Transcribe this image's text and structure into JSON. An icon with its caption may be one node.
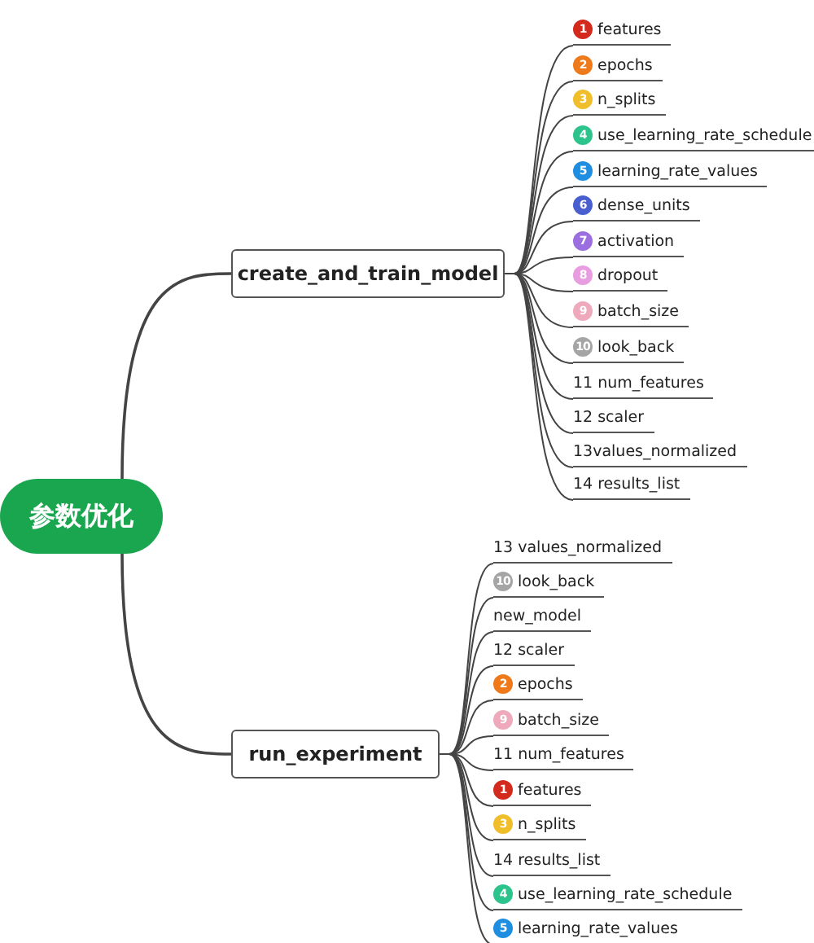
{
  "diagram": {
    "nodes": [
      {
        "text": [
          "参数优化"
        ]
      },
      {
        "text": [
          "create_and_train_model"
        ]
      },
      {
        "text": [
          "run_experiment"
        ]
      },
      {
        "text": [
          "1",
          "features"
        ]
      },
      {
        "text": [
          "2",
          "epochs"
        ]
      },
      {
        "text": [
          "3",
          "n_splits"
        ]
      },
      {
        "text": [
          "4",
          "use_learning_rate_schedule"
        ]
      },
      {
        "text": [
          "5",
          "learning_rate_values"
        ]
      },
      {
        "text": [
          "6",
          "dense_units"
        ]
      },
      {
        "text": [
          "7",
          "activation"
        ]
      },
      {
        "text": [
          "8",
          "dropout"
        ]
      },
      {
        "text": [
          "9",
          "batch_size"
        ]
      },
      {
        "text": [
          "10",
          "look_back"
        ]
      },
      {
        "text": [
          "11 num_features"
        ]
      },
      {
        "text": [
          "12 scaler"
        ]
      },
      {
        "text": [
          "13values_normalized"
        ]
      },
      {
        "text": [
          "14 results_list"
        ]
      },
      {
        "text": [
          "13 values_normalized"
        ]
      },
      {
        "text": [
          "10",
          "look_back"
        ]
      },
      {
        "text": [
          "new_model"
        ]
      },
      {
        "text": [
          "12 scaler"
        ]
      },
      {
        "text": [
          "2",
          "epochs"
        ]
      },
      {
        "text": [
          "9",
          "batch_size"
        ]
      },
      {
        "text": [
          "11 num_features"
        ]
      },
      {
        "text": [
          "1",
          "features"
        ]
      },
      {
        "text": [
          "3",
          "n_splits"
        ]
      },
      {
        "text": [
          "14 results_list"
        ]
      },
      {
        "text": [
          "4",
          "use_learning_rate_schedule"
        ]
      },
      {
        "text": [
          "5",
          "learning_rate_values"
        ]
      }
    ],
    "edges": [
      {
        "from": 0,
        "to": 1,
        "arrow": "none"
      },
      {
        "from": 0,
        "to": 2,
        "arrow": "none"
      },
      {
        "from": 1,
        "to": 3,
        "arrow": "none"
      },
      {
        "from": 1,
        "to": 4,
        "arrow": "none"
      },
      {
        "from": 1,
        "to": 5,
        "arrow": "none"
      },
      {
        "from": 1,
        "to": 6,
        "arrow": "none"
      },
      {
        "from": 1,
        "to": 7,
        "arrow": "none"
      },
      {
        "from": 1,
        "to": 8,
        "arrow": "none"
      },
      {
        "from": 1,
        "to": 9,
        "arrow": "none"
      },
      {
        "from": 1,
        "to": 10,
        "arrow": "none"
      },
      {
        "from": 1,
        "to": 11,
        "arrow": "none"
      },
      {
        "from": 1,
        "to": 12,
        "arrow": "none"
      },
      {
        "from": 1,
        "to": 13,
        "arrow": "none"
      },
      {
        "from": 1,
        "to": 14,
        "arrow": "none"
      },
      {
        "from": 1,
        "to": 15,
        "arrow": "none"
      },
      {
        "from": 1,
        "to": 16,
        "arrow": "none"
      },
      {
        "from": 2,
        "to": 17,
        "arrow": "none"
      },
      {
        "from": 2,
        "to": 18,
        "arrow": "none"
      },
      {
        "from": 2,
        "to": 19,
        "arrow": "none"
      },
      {
        "from": 2,
        "to": 20,
        "arrow": "none"
      },
      {
        "from": 2,
        "to": 21,
        "arrow": "none"
      },
      {
        "from": 2,
        "to": 22,
        "arrow": "none"
      },
      {
        "from": 2,
        "to": 23,
        "arrow": "none"
      },
      {
        "from": 2,
        "to": 24,
        "arrow": "none"
      },
      {
        "from": 2,
        "to": 25,
        "arrow": "none"
      },
      {
        "from": 2,
        "to": 26,
        "arrow": "none"
      },
      {
        "from": 2,
        "to": 27,
        "arrow": "none"
      },
      {
        "from": 2,
        "to": 28,
        "arrow": "none"
      }
    ]
  }
}
